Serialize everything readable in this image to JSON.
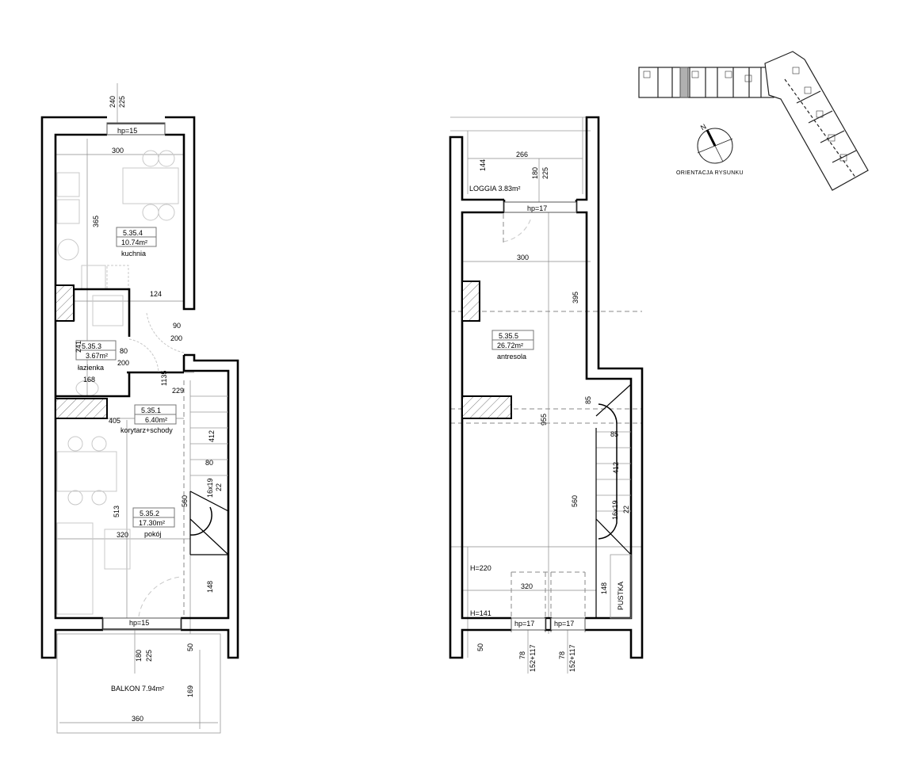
{
  "left_plan": {
    "rooms": [
      {
        "id": "5.35.4",
        "area": "10.74m²",
        "name": "kuchnia"
      },
      {
        "id": "5.35.3",
        "area": "3.67m²",
        "name": "łazienka"
      },
      {
        "id": "5.35.1",
        "area": "6.40m²",
        "name": "korytarz+schody"
      },
      {
        "id": "5.35.2",
        "area": "17.30m²",
        "name": "pokój"
      }
    ],
    "balcony": "BALKON 7.94m²",
    "windows": {
      "top": "hp=15",
      "bottom": "hp=15"
    },
    "dims": {
      "d240": "240",
      "d225": "225",
      "d300": "300",
      "d365": "365",
      "d124": "124",
      "d90": "90",
      "d200a": "200",
      "d241": "241",
      "d80a": "80",
      "d200b": "200",
      "d1135": "1135",
      "d168": "168",
      "d229": "229",
      "d405": "405",
      "d412": "412",
      "d80b": "80",
      "d16x19": "16x19",
      "d22": "22",
      "d513": "513",
      "d560": "560",
      "d320": "320",
      "d148": "148",
      "d180": "180",
      "d225b": "225",
      "d50": "50",
      "d169": "169",
      "d360": "360"
    }
  },
  "right_plan": {
    "rooms": [
      {
        "id": "5.35.5",
        "area": "26.72m²",
        "name": "antresola"
      }
    ],
    "loggia": "LOGGIA 3.83m²",
    "void_label": "PUSTKA",
    "heights": {
      "h220": "H=220",
      "h141": "H=141"
    },
    "windows": {
      "top": "hp=17",
      "bottom_left": "hp=17",
      "bottom_right": "hp=17"
    },
    "dims": {
      "d266": "266",
      "d144": "144",
      "d180": "180",
      "d225": "225",
      "d300": "300",
      "d395": "395",
      "d85a": "85",
      "d955": "955",
      "d85b": "85",
      "d412": "412",
      "d560": "560",
      "d16x19": "16x19",
      "d22": "22",
      "d320": "320",
      "d148": "148",
      "d50": "50",
      "d78a": "78",
      "d152a": "152+117",
      "d78b": "78",
      "d152b": "152+117"
    }
  },
  "orientation": {
    "north_label": "N",
    "caption": "ORIENTACJA RYSUNKU"
  },
  "colors": {
    "wall": "#000000",
    "highlight_unit": "#b0b0b0"
  }
}
